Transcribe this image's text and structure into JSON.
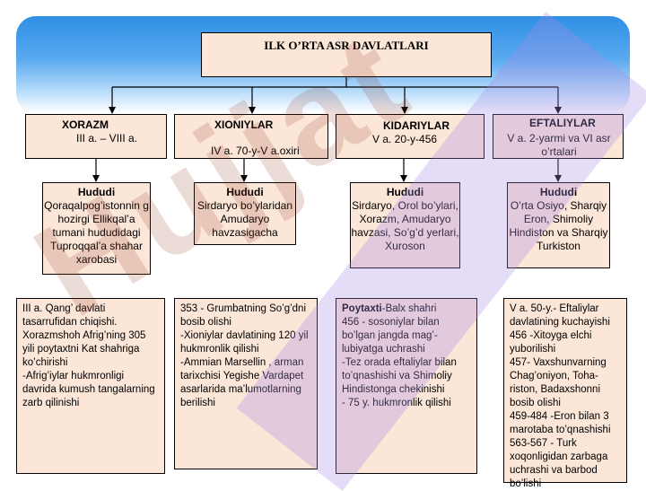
{
  "title": "ILK O’RTA ASR  DAVLATLARI",
  "hudud_label": "Hududi",
  "states": [
    {
      "name": "XORAZM",
      "period": "III a. – VIII a.",
      "territory": "Qoraqalpog’istonnin g hozirgi Ellikqal’a tumani hududidagi Tuproqqal’a shahar xarobasi",
      "details": "III a. Qang’ davlati tasarrufidan chiqishi.\nXorazmshoh Afrig’ning 305 yili poytaxtni Kat shahriga ko’chirishi\n-Afrig’iylar hukmronligi davrida kumush tangalarning  zarb qilinishi"
    },
    {
      "name": "XIONIYLAR",
      "period": "IV a. 70-y-V a.oxiri",
      "territory": "Sirdaryo bo’ylaridan Amudaryo havzasigacha",
      "details": "353 - Grumbatning So’g’dni bosib olishi\n-Xioniylar davlatining 120 yil hukmronlik qilishi\n-Ammian Marsellin , arman tarixchisi Yegishe Vardapet asarlarida ma’lumotlarning  berilishi"
    },
    {
      "name": "KIDARIYLAR",
      "period": "V a. 20-y-456",
      "territory": "Sirdaryo, Orol bo’ylari, Xorazm, Amudaryo havzasi, So’g’d yerlari, Xuroson",
      "details_lead": "Poytaxti",
      "details": "-Balx shahri\n456 - sosoniylar bilan bo’lgan  jangda  mag’-lubiyatga uchrashi\n-Tez  orada eftaliylar bilan to’qnashishi va Shimoliy Hindistonga chekinishi\n- 75 y. hukmronlik qilishi"
    },
    {
      "name": "EFTALIYLAR",
      "period": "V a. 2-yarmi va VI asr o’rtalari",
      "territory": "O’rta Osiyo, Sharqiy Eron, Shimoliy Hindiston va Sharqiy Turkiston",
      "details": "V a. 50-y.- Eftaliylar davlatining kuchayishi\n456 -Xitoyga elchi yuborilishi\n457- Vaxshunvarning Chag’oniyon, Toha-riston, Badaxshonni bosib olishi\n459-484 -Eron bilan 3 marotaba to’qnashishi\n563-567 - Turk xoqonligidan zarbaga uchrashi va barbod bo’lishi"
    }
  ],
  "watermark": "Hujjat",
  "colors": {
    "box_fill": "#fbe6d8",
    "banner_top": "#2f8fe4",
    "border": "#000000"
  }
}
